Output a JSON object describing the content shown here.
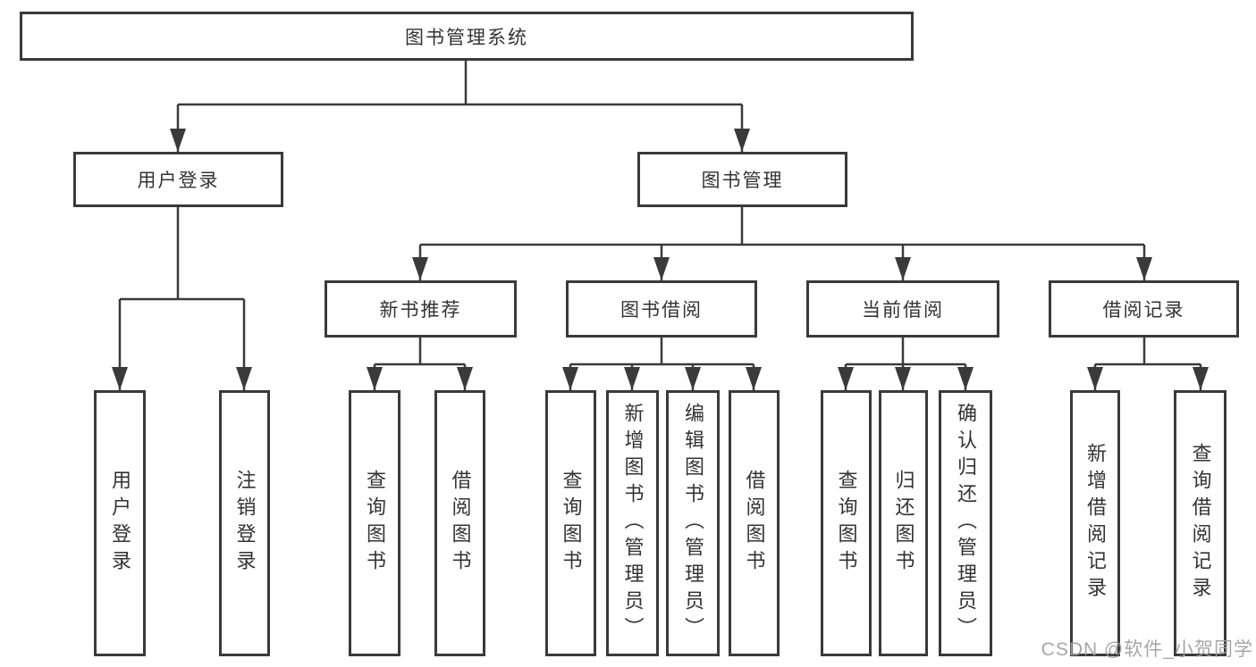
{
  "diagram": {
    "type": "tree",
    "root": {
      "label": "图书管理系统"
    },
    "branches": [
      {
        "label": "用户登录",
        "children": [
          {
            "label": "用户登录"
          },
          {
            "label": "注销登录"
          }
        ]
      },
      {
        "label": "图书管理",
        "children": [
          {
            "label": "新书推荐",
            "children": [
              {
                "label": "查询图书"
              },
              {
                "label": "借阅图书"
              }
            ]
          },
          {
            "label": "图书借阅",
            "children": [
              {
                "label": "查询图书"
              },
              {
                "label": "新增图书（管理员）"
              },
              {
                "label": "编辑图书（管理员）"
              },
              {
                "label": "借阅图书"
              }
            ]
          },
          {
            "label": "当前借阅",
            "children": [
              {
                "label": "查询图书"
              },
              {
                "label": "归还图书"
              },
              {
                "label": "确认归还（管理员）"
              }
            ]
          },
          {
            "label": "借阅记录",
            "children": [
              {
                "label": "新增借阅记录"
              },
              {
                "label": "查询借阅记录"
              }
            ]
          }
        ]
      }
    ]
  },
  "watermark": "CSDN @软件_小贺同学",
  "colors": {
    "line": "#3a3a3a",
    "text": "#333333",
    "background": "#ffffff",
    "watermark": "#9e9e9e"
  }
}
